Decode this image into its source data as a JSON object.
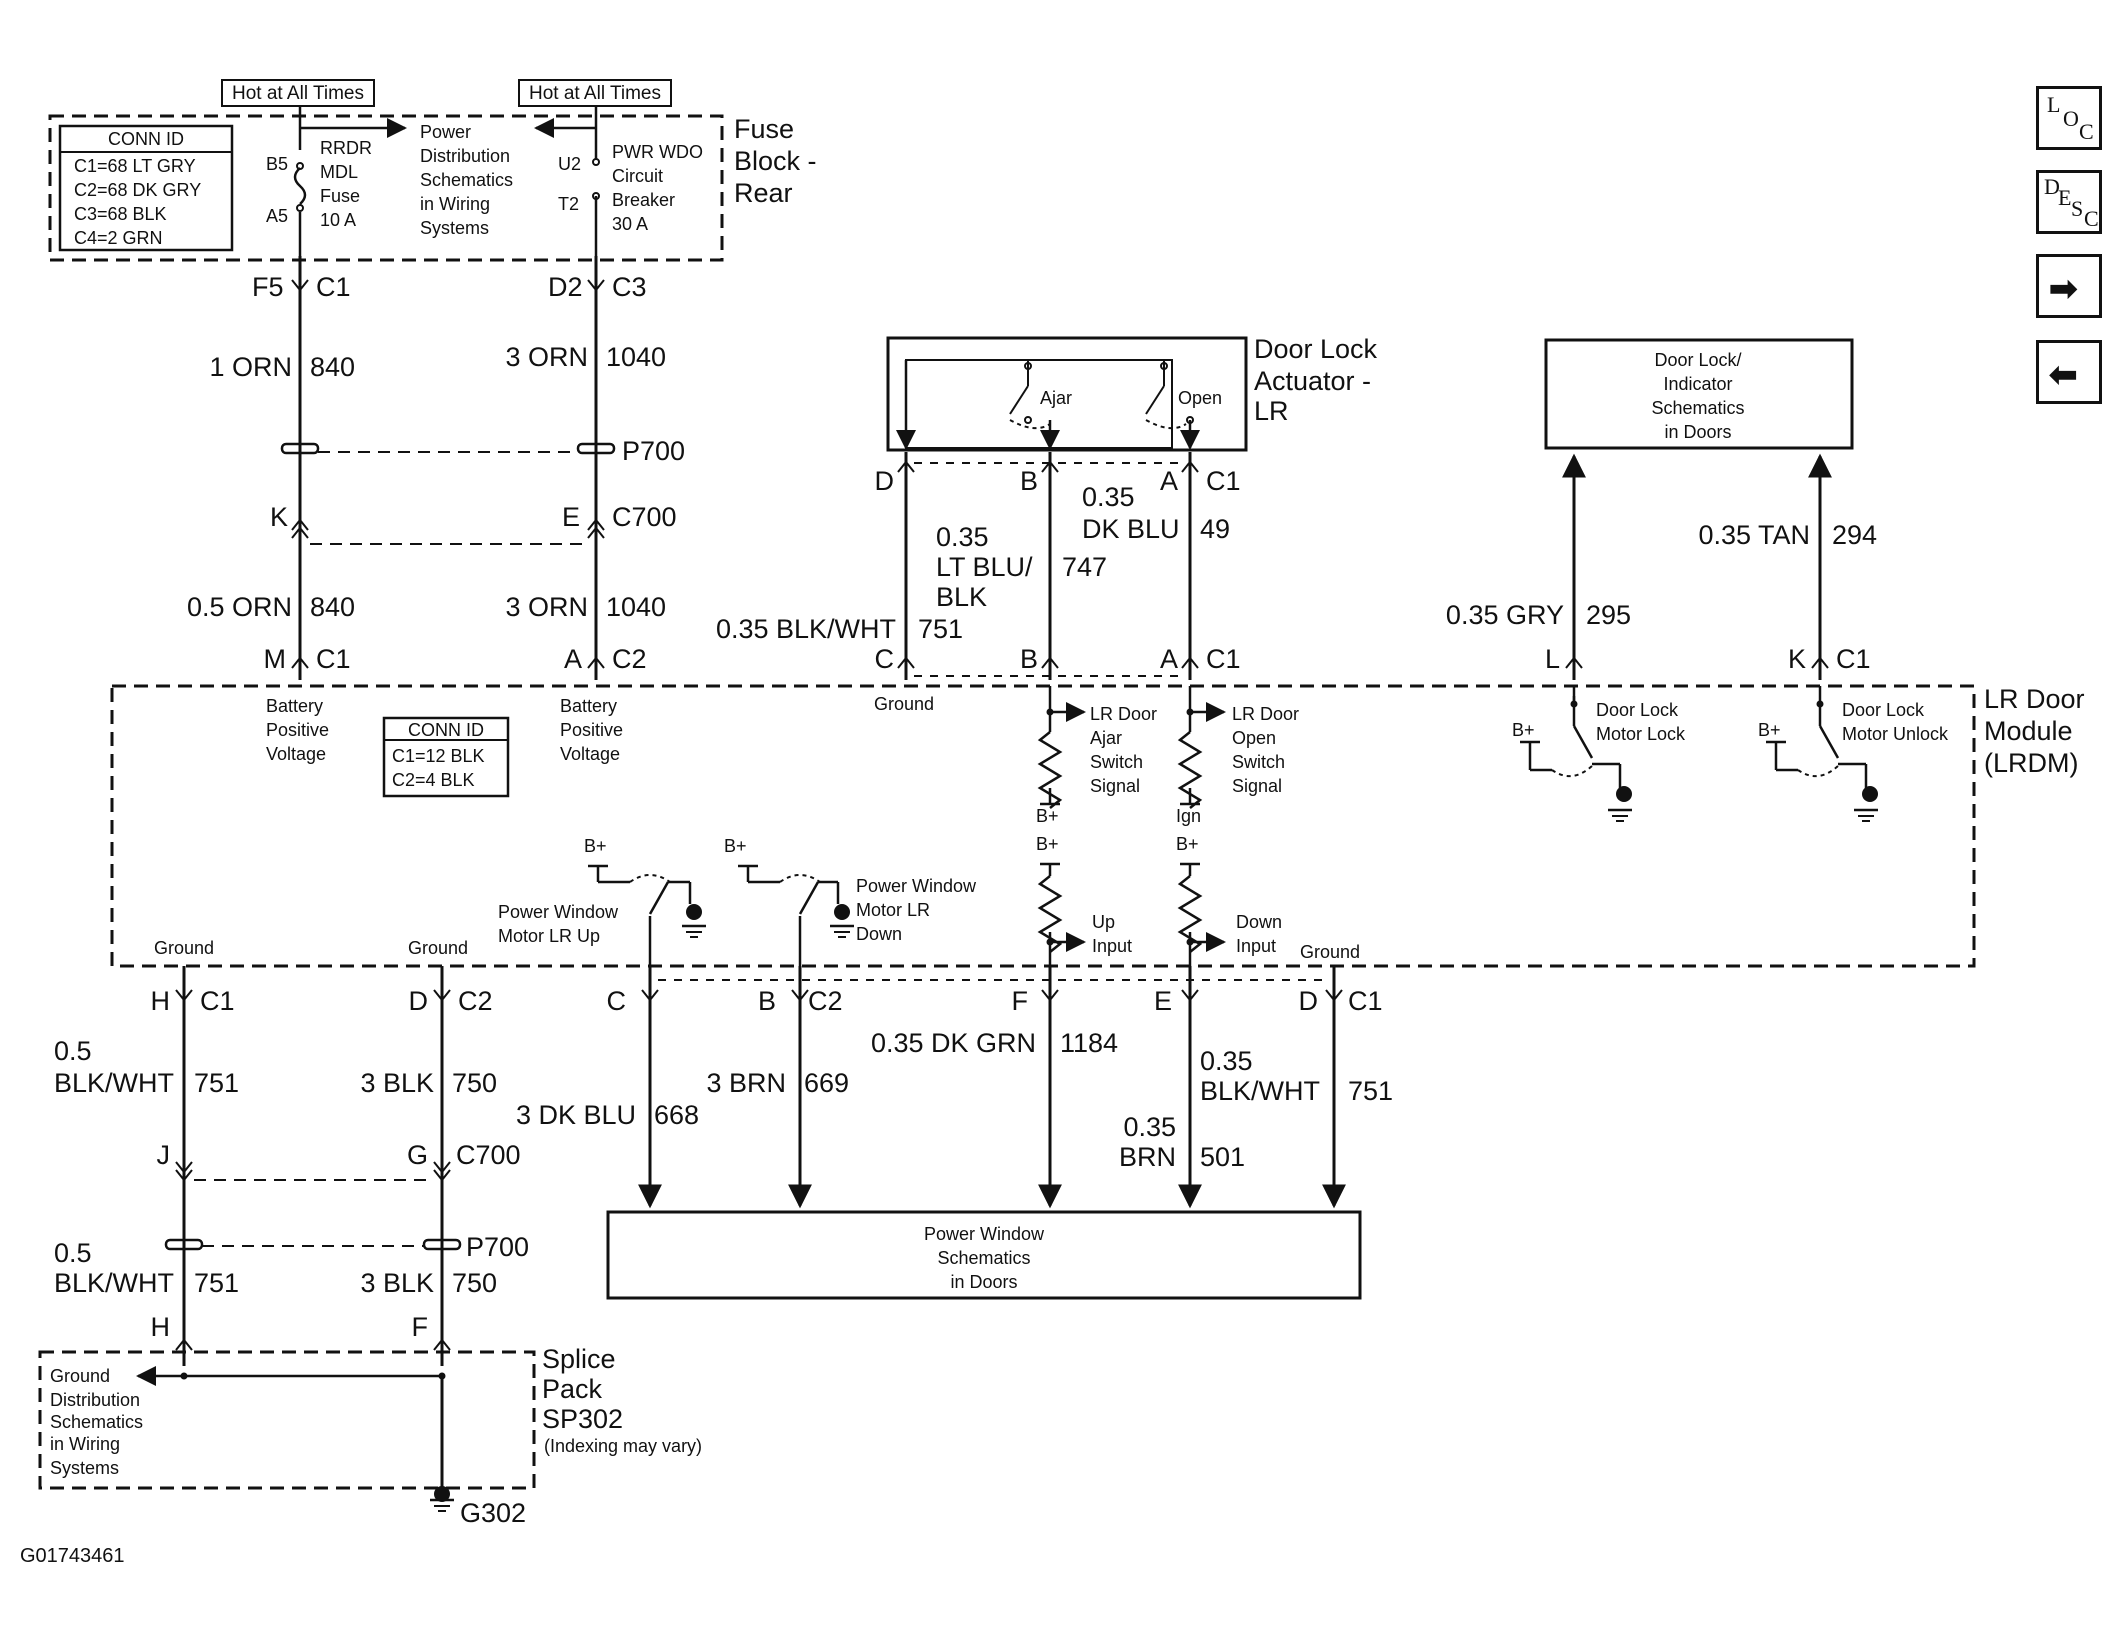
{
  "header_boxes": {
    "hot_left": "Hot at All Times",
    "hot_right": "Hot at All Times"
  },
  "fuse_block": {
    "title_lines": [
      "Fuse",
      "Block -",
      "Rear"
    ],
    "conn_id": {
      "header": "CONN ID",
      "rows": [
        "C1=68 LT GRY",
        "C2=68 DK GRY",
        "C3=68 BLK",
        "C4=2 GRN"
      ]
    },
    "fuse_left": {
      "pins": [
        "B5",
        "A5"
      ],
      "label_lines": [
        "RRDR",
        "MDL",
        "Fuse",
        "10 A"
      ]
    },
    "fuse_right": {
      "pins": [
        "U2",
        "T2"
      ],
      "label_lines": [
        "PWR WDO",
        "Circuit",
        "Breaker",
        "30 A"
      ]
    },
    "power_dist_lines": [
      "Power",
      "Distribution",
      "Schematics",
      "in Wiring",
      "Systems"
    ]
  },
  "upper_circuits": {
    "left": {
      "top_pin": "F5",
      "top_conn": "C1",
      "wire1": "1 ORN",
      "circ1": "840",
      "mid_pin": "K",
      "wire2": "0.5 ORN",
      "circ2": "840",
      "bot_pin": "M",
      "bot_conn": "C1"
    },
    "right": {
      "top_pin": "D2",
      "top_conn": "C3",
      "wire1": "3 ORN",
      "circ1": "1040",
      "splice": "P700",
      "mid_pin": "E",
      "mid_conn": "C700",
      "wire2": "3 ORN",
      "circ2": "1040",
      "bot_pin": "A",
      "bot_conn": "C2"
    }
  },
  "actuator": {
    "title_lines": [
      "Door Lock",
      "Actuator -",
      "LR"
    ],
    "switch_ajar": "Ajar",
    "switch_open": "Open",
    "pins_top": [
      "D",
      "B",
      "A",
      "C1"
    ],
    "wire_b": {
      "gauge": "0.35",
      "color_lines": [
        "LT BLU/",
        "BLK"
      ],
      "circuit": "747"
    },
    "wire_a": {
      "gauge": "0.35",
      "color": "DK BLU",
      "circuit": "49"
    },
    "wire_d": {
      "label": "0.35 BLK/WHT",
      "circuit": "751"
    },
    "pins_bottom": [
      "C",
      "B",
      "A",
      "C1"
    ]
  },
  "indicator": {
    "box_lines": [
      "Door Lock/",
      "Indicator",
      "Schematics",
      "in Doors"
    ],
    "wire_l": {
      "label": "0.35 GRY",
      "circuit": "295",
      "pin": "L"
    },
    "wire_k": {
      "label": "0.35 TAN",
      "circuit": "294",
      "pin": "K",
      "conn": "C1"
    }
  },
  "module": {
    "title_lines": [
      "LR Door",
      "Module",
      "(LRDM)"
    ],
    "conn_id": {
      "header": "CONN ID",
      "rows": [
        "C1=12 BLK",
        "C2=4 BLK"
      ]
    },
    "batt_left": [
      "Battery",
      "Positive",
      "Voltage"
    ],
    "batt_right": [
      "Battery",
      "Positive",
      "Voltage"
    ],
    "ground_top": "Ground",
    "ajar_signal": [
      "LR Door",
      "Ajar",
      "Switch",
      "Signal"
    ],
    "open_signal": [
      "LR Door",
      "Open",
      "Switch",
      "Signal"
    ],
    "bplus": "B+",
    "ign": "Ign",
    "motor_lock": [
      "Door Lock",
      "Motor Lock"
    ],
    "motor_unlock": [
      "Door Lock",
      "Motor Unlock"
    ],
    "pw_up": [
      "Power Window",
      "Motor LR Up"
    ],
    "pw_down": [
      "Power Window",
      "Motor LR",
      "Down"
    ],
    "up_input": [
      "Up",
      "Input"
    ],
    "down_input": [
      "Down",
      "Input"
    ],
    "ground_labels": [
      "Ground",
      "Ground",
      "Ground"
    ]
  },
  "lower_circuits": {
    "h": {
      "pin": "H",
      "conn": "C1",
      "gauge": "0.5",
      "color": "BLK/WHT",
      "circuit": "751",
      "mid_pin": "J",
      "gauge2": "0.5",
      "color2": "BLK/WHT",
      "circuit2": "751",
      "bot_pin": "H"
    },
    "d": {
      "pin": "D",
      "conn": "C2",
      "label": "3 BLK",
      "circuit": "750",
      "mid_pin": "G",
      "mid_conn": "C700",
      "splice": "P700",
      "label2": "3 BLK",
      "circuit2": "750",
      "bot_pin": "F"
    },
    "c": {
      "pin": "C",
      "label": "3 DK BLU",
      "circuit": "668"
    },
    "b": {
      "pin": "B",
      "conn": "C2",
      "label": "3 BRN",
      "circuit": "669"
    },
    "f": {
      "pin": "F",
      "label": "0.35 DK GRN",
      "circuit": "1184"
    },
    "e": {
      "pin": "E",
      "gauge": "0.35",
      "color": "BLK/WHT",
      "circuit": "751",
      "gauge2": "0.35",
      "color2": "BRN",
      "circuit2": "501"
    },
    "d2": {
      "pin": "D",
      "conn": "C1"
    }
  },
  "pw_box_lines": [
    "Power Window",
    "Schematics",
    "in Doors"
  ],
  "splice_pack": {
    "title_lines": [
      "Splice",
      "Pack",
      "SP302"
    ],
    "note": "(Indexing may vary)",
    "ground_dist_lines": [
      "Ground",
      "Distribution",
      "Schematics",
      "in Wiring",
      "Systems"
    ],
    "ground": "G302"
  },
  "figure_id": "G01743461",
  "nav_buttons": {
    "loc": [
      "L",
      "O",
      "C"
    ],
    "desc": [
      "D",
      "E",
      "S",
      "C"
    ],
    "next": "➡",
    "prev": "⬅"
  }
}
